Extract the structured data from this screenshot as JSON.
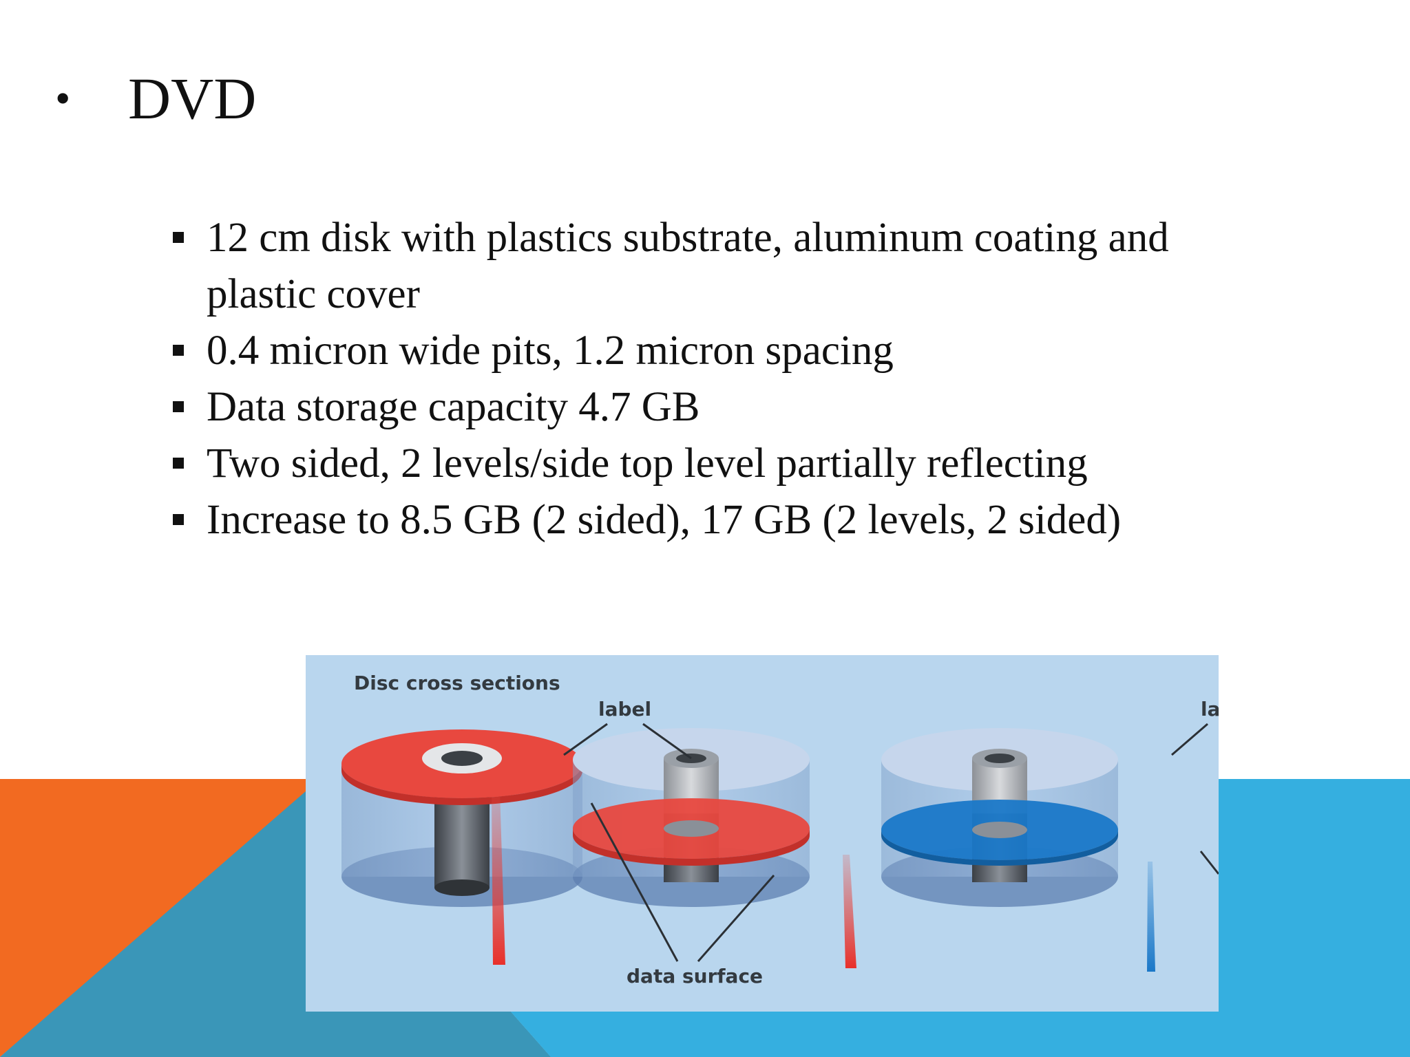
{
  "slide": {
    "title": "DVD",
    "title_bullet": "•",
    "bullets": [
      "12 cm disk with plastics substrate, aluminum coating and plastic cover",
      "0.4 micron wide pits, 1.2 micron spacing",
      "Data storage capacity 4.7 GB",
      "Two sided, 2 levels/side top level partially reflecting",
      "Increase to 8.5 GB (2 sided), 17 GB (2 levels, 2 sided)"
    ]
  },
  "figure": {
    "heading": "Disc cross sections",
    "label_top": "label",
    "label_top_right": "la",
    "label_bottom": "data surface"
  },
  "colors": {
    "orange": "#f26a21",
    "teal": "#3a96b8",
    "cyan": "#35afe0",
    "disc_red": "#e8483f",
    "disc_blue": "#1a78c8",
    "figure_bg": "#b9d6ee"
  }
}
